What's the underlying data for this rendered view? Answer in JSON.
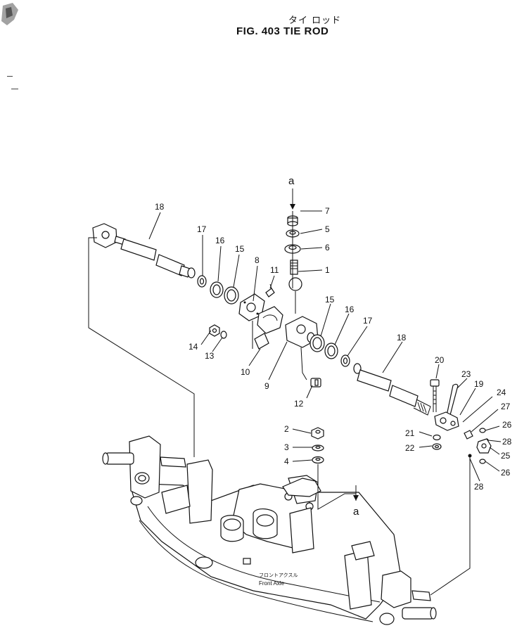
{
  "header": {
    "title_jp": "タイ ロッド",
    "title": "FIG. 403  TIE ROD"
  },
  "callouts": {
    "c1": "1",
    "c2": "2",
    "c3": "3",
    "c4": "4",
    "c5": "5",
    "c6": "6",
    "c7": "7",
    "c8": "8",
    "c9": "9",
    "c10": "10",
    "c11": "11",
    "c12": "12",
    "c13": "13",
    "c14": "14",
    "c15a": "15",
    "c15b": "15",
    "c16a": "16",
    "c16b": "16",
    "c17a": "17",
    "c17b": "17",
    "c18a": "18",
    "c18b": "18",
    "c19": "19",
    "c20": "20",
    "c21": "21",
    "c22": "22",
    "c23": "23",
    "c24": "24",
    "c25": "25",
    "c26a": "26",
    "c26b": "26",
    "c27": "27",
    "c28a": "28",
    "c28b": "28",
    "ref_a_top": "a",
    "ref_a_bottom": "a"
  },
  "axle_label": {
    "jp": "フロントアクスル",
    "en": "Front Axle"
  }
}
